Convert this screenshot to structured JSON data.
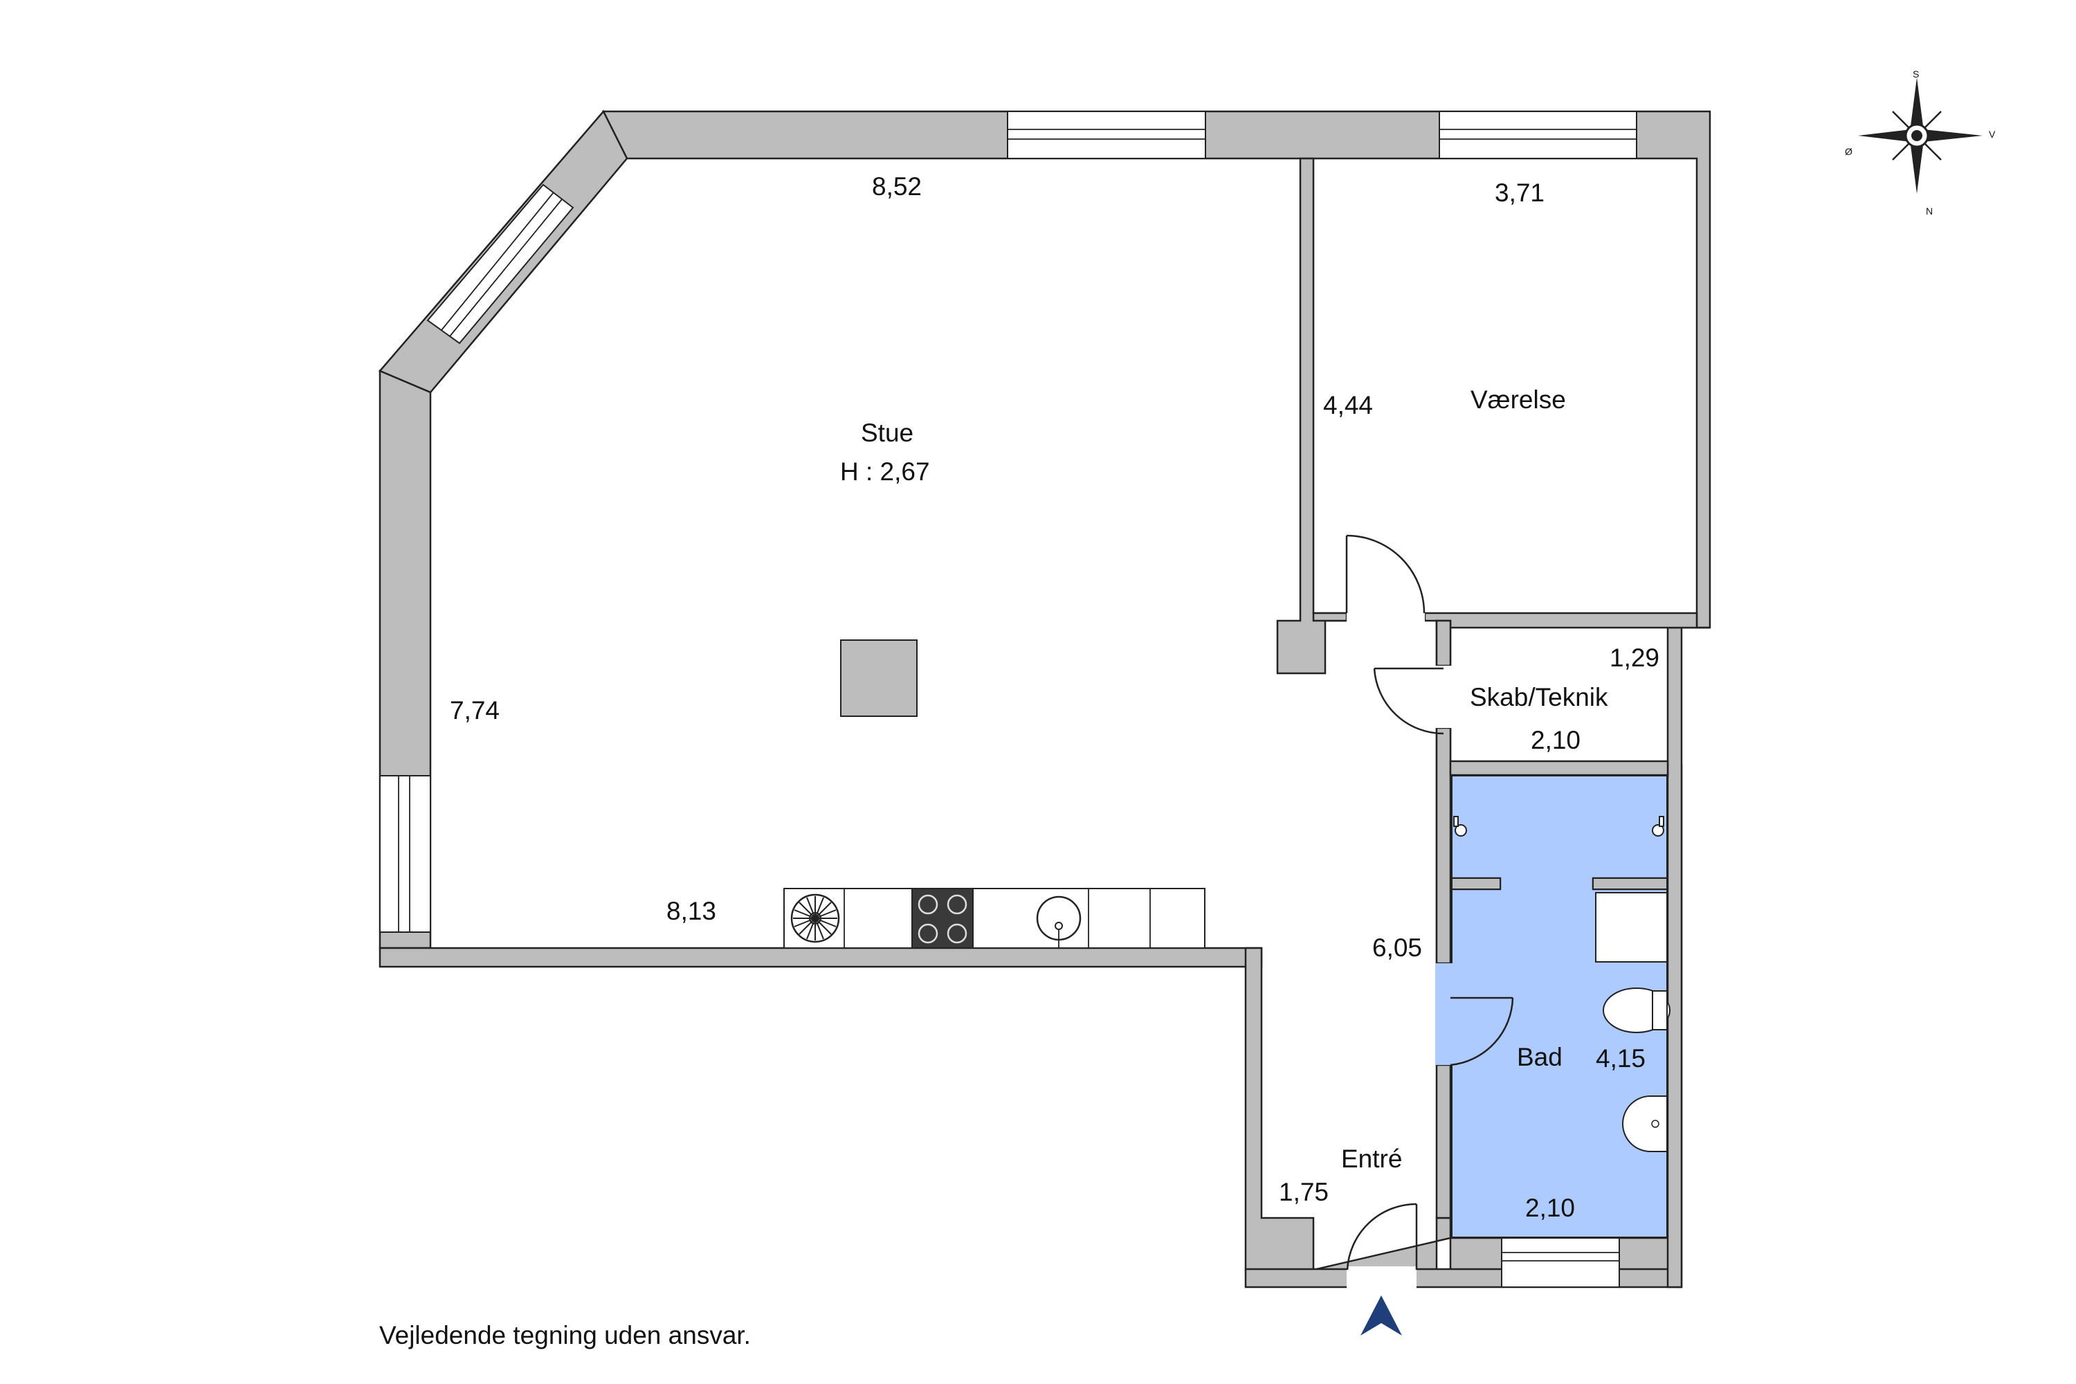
{
  "rooms": {
    "living": {
      "name": "Stue",
      "height": "H : 2,67",
      "dim_top": "8,52",
      "dim_left": "7,74",
      "dim_bottom": "8,13"
    },
    "bedroom": {
      "name": "Værelse",
      "dim_top": "3,71",
      "dim_left": "4,44"
    },
    "storage": {
      "name": "Skab/Teknik",
      "dim_side": "1,29",
      "dim_bottom": "2,10"
    },
    "bath": {
      "name": "Bad",
      "dim_side": "4,15",
      "dim_bottom": "2,10"
    },
    "entry": {
      "name": "Entré",
      "dim_hall": "6,05",
      "dim_width": "1,75"
    }
  },
  "compass": {
    "top": "S",
    "left": "Ø",
    "right": "V",
    "bottom": "N"
  },
  "disclaimer": "Vejledende tegning uden ansvar.",
  "colors": {
    "wall": "#bdbdbd",
    "bath": "#aecbff",
    "arrow": "#1f3e7a"
  }
}
